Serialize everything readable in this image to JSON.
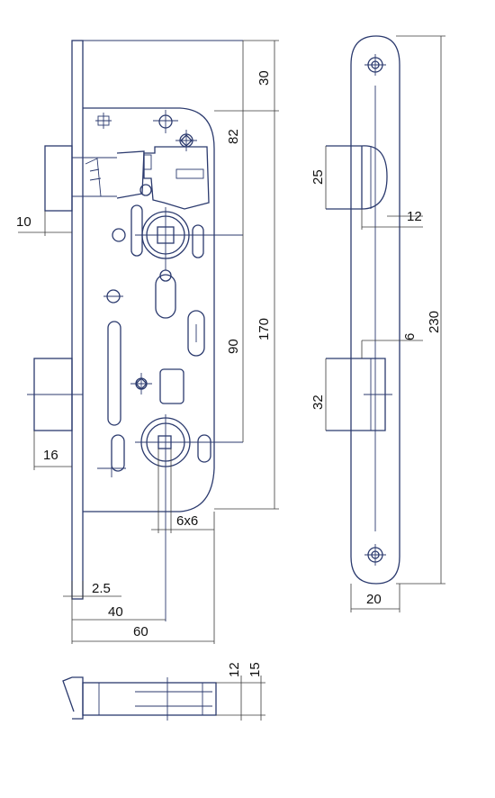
{
  "dimensions": {
    "d30": "30",
    "d82": "82",
    "d10": "10",
    "d90": "90",
    "d170": "170",
    "d16": "16",
    "d6x6": "6x6",
    "d2_5": "2.5",
    "d40": "40",
    "d60": "60",
    "d25": "25",
    "d12a": "12",
    "d230": "230",
    "d6": "6",
    "d32": "32",
    "d20": "20",
    "d12b": "12",
    "d15": "15"
  },
  "colors": {
    "line": "#2b3a6e",
    "dimension": "#3a3a3a",
    "text": "#111111",
    "background": "#ffffff"
  }
}
